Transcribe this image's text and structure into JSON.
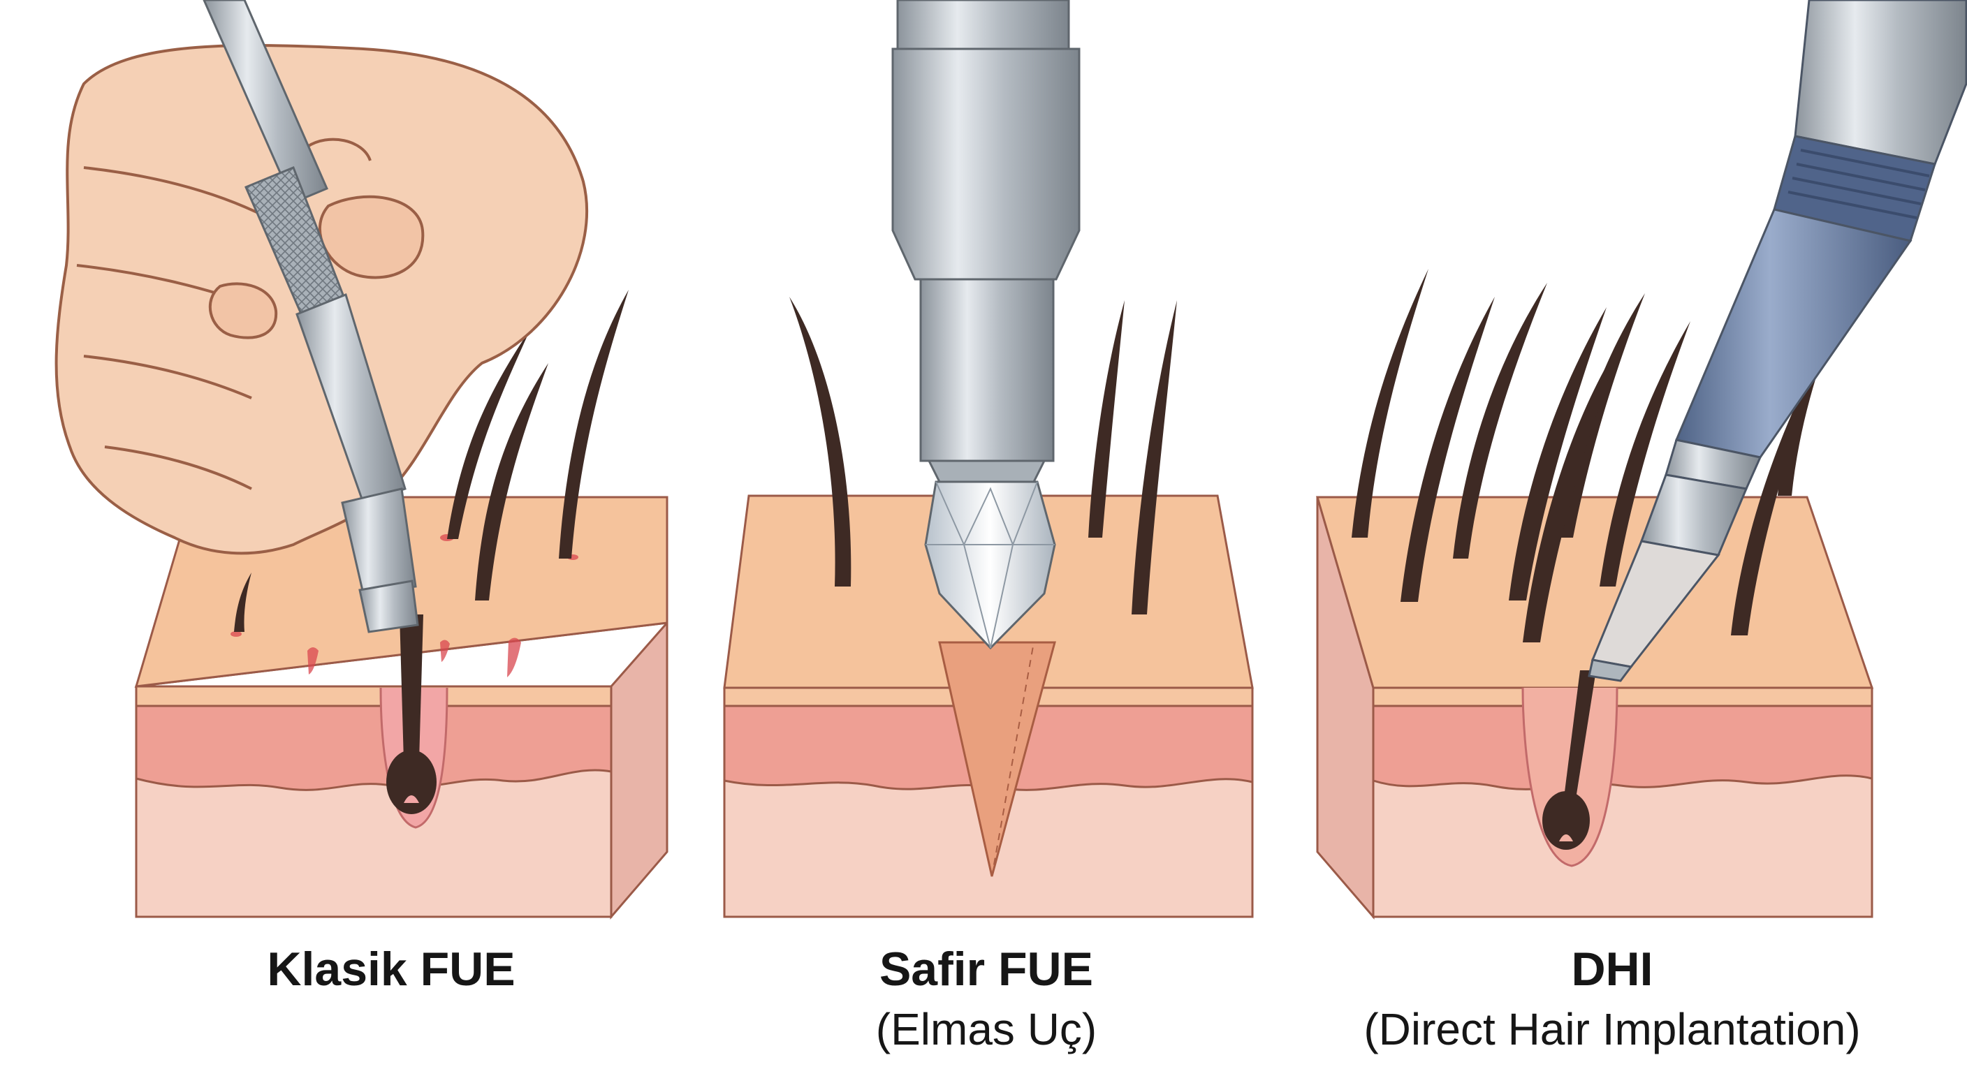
{
  "panels": [
    {
      "title": "Klasik FUE",
      "subtitle": ""
    },
    {
      "title": "Safir FUE",
      "subtitle": "(Elmas Uç)"
    },
    {
      "title": "DHI",
      "subtitle": "(Direct Hair Implantation)"
    }
  ],
  "colors": {
    "epidermis": "#f6c6a2",
    "dermis": "#ee9e93",
    "subcutis": "#f6cfc3",
    "hair": "#3e2a24",
    "steel": "#b9c0c7",
    "steel_dark": "#7f8890",
    "sapphire": "#e4e9ee",
    "implanter_blue": "#6f84a6",
    "skin_hand": "#f5d0b5",
    "blood": "#d9474f",
    "outline": "#8a4a3d"
  },
  "icons": [
    "punch-tool-icon",
    "sapphire-blade-icon",
    "choi-implanter-pen-icon",
    "hand-icon",
    "hair-follicle-icon"
  ]
}
